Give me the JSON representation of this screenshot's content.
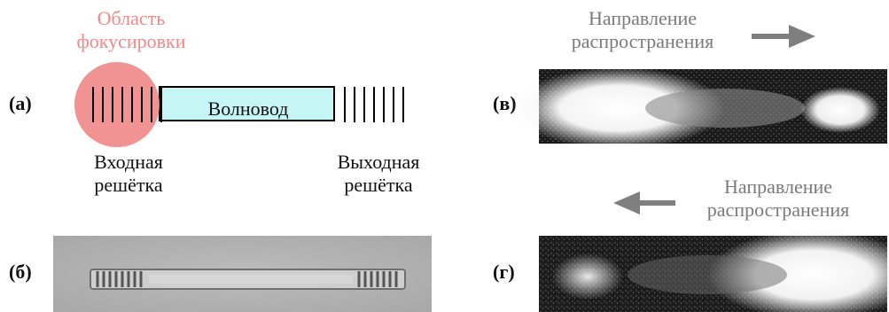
{
  "panel_a": {
    "label": "(а)",
    "focus_region": "Область фокусировки",
    "waveguide": "Волновод",
    "input_grating": {
      "line1": "Входная",
      "line2": "решётка"
    },
    "output_grating": {
      "line1": "Выходная",
      "line2": "решётка"
    }
  },
  "panel_b": {
    "label": "(б)"
  },
  "panel_v": {
    "label": "(в)",
    "direction": {
      "line1": "Направление",
      "line2": "распространения"
    }
  },
  "panel_g": {
    "label": "(г)",
    "direction": {
      "line1": "Направление",
      "line2": "распространения"
    }
  },
  "colors": {
    "focus_spot": "#f08a8a",
    "waveguide_fill": "#c6f5f5",
    "arrow": "#7f7f7f",
    "annotation": "#7a7a7a"
  }
}
